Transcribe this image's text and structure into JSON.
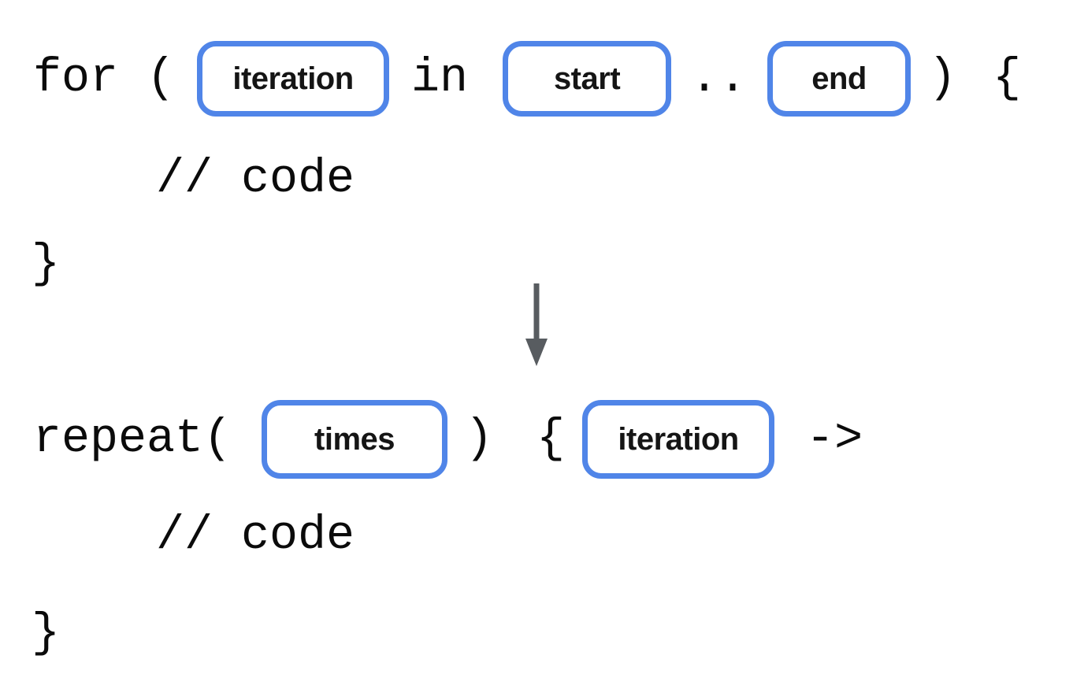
{
  "colors": {
    "slot_border": "#5085E8",
    "arrow": "#585C60",
    "code_text": "#0B0B0B",
    "label_text": "#151515",
    "background": "#FFFFFF"
  },
  "before": {
    "for_open": "for (",
    "slot_iteration": "iteration",
    "in_keyword": "in",
    "slot_start": "start",
    "range_dots": "..",
    "paren_close": ")",
    "brace_open": "{",
    "comment": "// code",
    "brace_close": "}"
  },
  "after": {
    "repeat_open": "repeat(",
    "slot_times": "times",
    "paren_close": ")",
    "brace_open": "{",
    "slot_iteration": "iteration",
    "lambda_arrow": "->",
    "comment": "// code",
    "brace_close": "}"
  }
}
